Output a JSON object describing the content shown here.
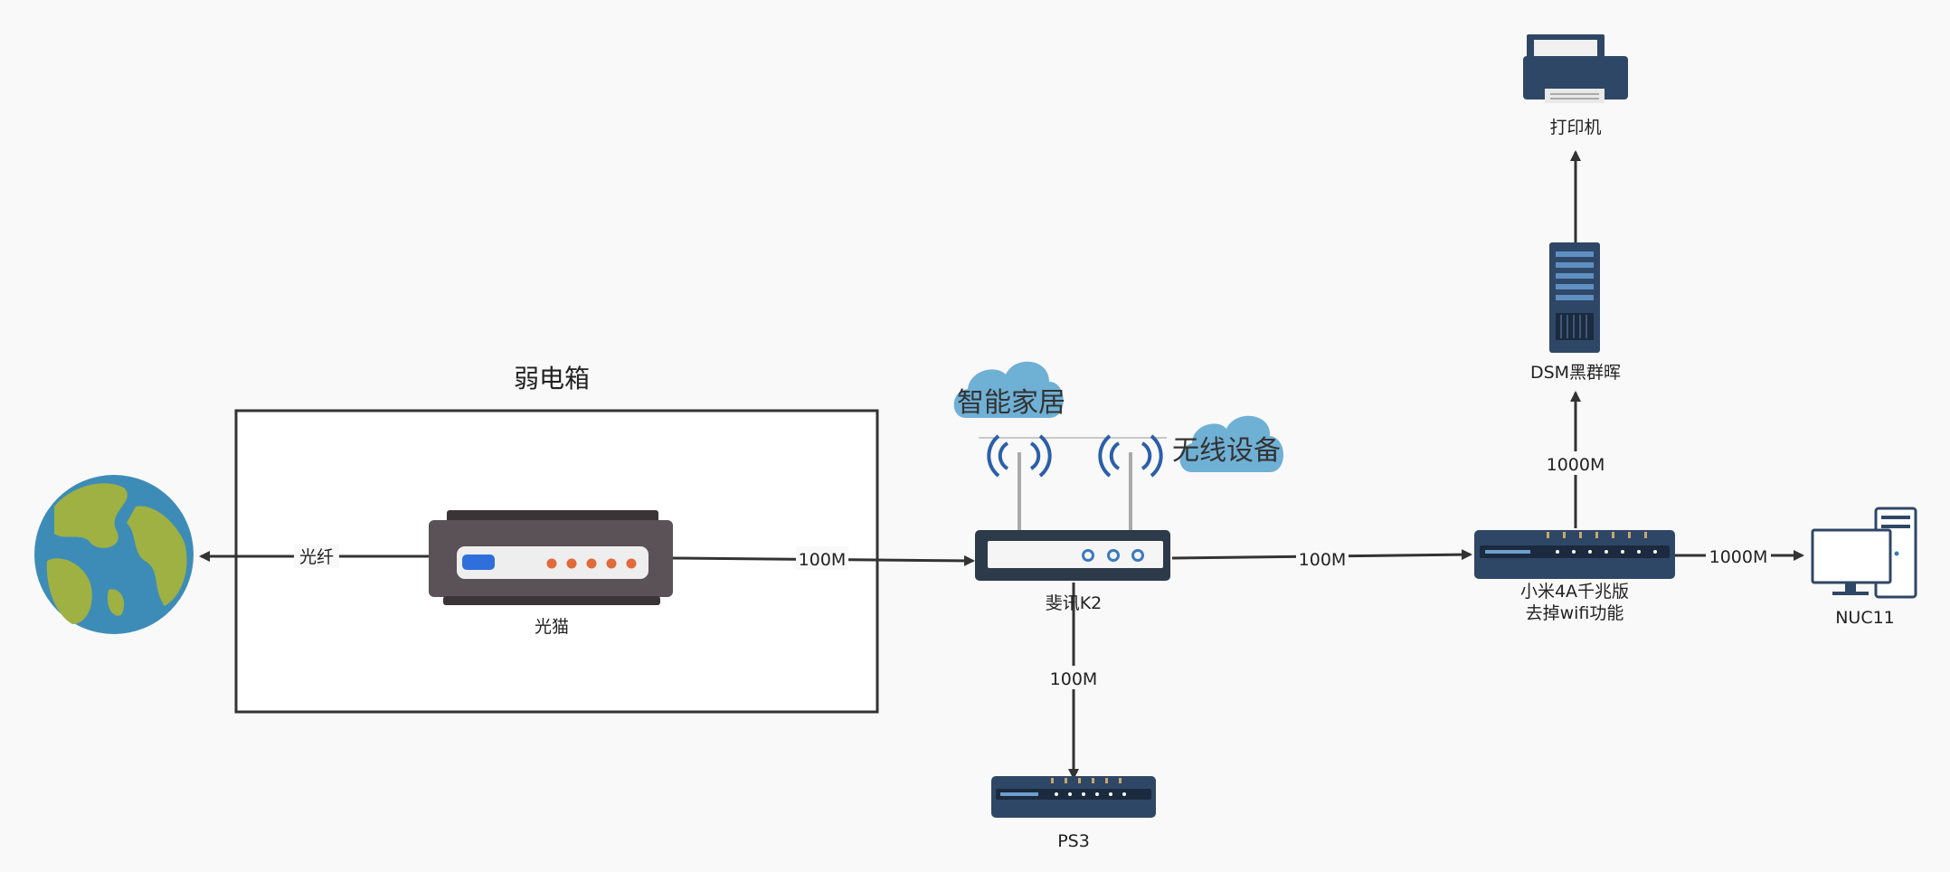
{
  "container": {
    "title": "弱电箱"
  },
  "nodes": {
    "globe": {
      "icon": "globe-icon"
    },
    "modem": {
      "label": "光猫",
      "icon": "modem-icon"
    },
    "router_k2": {
      "label": "斐讯K2",
      "icon": "wifi-router-icon"
    },
    "smart_home": {
      "label": "智能家居",
      "icon": "cloud-icon"
    },
    "wireless": {
      "label": "无线设备",
      "icon": "cloud-icon"
    },
    "router_mi": {
      "label_line1": "小米4A千兆版",
      "label_line2": "去掉wifi功能",
      "icon": "switch-icon"
    },
    "ps3": {
      "label": "PS3",
      "icon": "switch-icon"
    },
    "dsm": {
      "label": "DSM黑群晖",
      "icon": "server-icon"
    },
    "printer": {
      "label": "打印机",
      "icon": "printer-icon"
    },
    "nuc": {
      "label": "NUC11",
      "icon": "desktop-computer-icon"
    }
  },
  "edges": {
    "modem_globe": "光纤",
    "modem_k2": "100M",
    "k2_mi": "100M",
    "k2_ps3": "100M",
    "mi_dsm": "1000M",
    "mi_nuc": "1000M"
  },
  "colors": {
    "ocean": "#3d8cb8",
    "land": "#9fb143",
    "cloud": "#6fb0d5",
    "device_dark": "#2f4766",
    "modem_body": "#5a5257",
    "modem_led": "#e06a3a",
    "modem_led_blue": "#2f6fdc",
    "wifi_blue": "#2b5fa8"
  }
}
